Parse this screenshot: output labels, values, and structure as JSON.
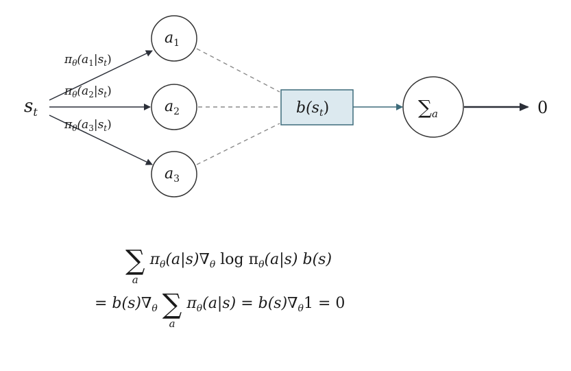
{
  "nodes": {
    "state": {
      "symbol": "s",
      "sub": "t"
    },
    "actions": [
      {
        "symbol": "a",
        "sub": "1"
      },
      {
        "symbol": "a",
        "sub": "2"
      },
      {
        "symbol": "a",
        "sub": "3"
      }
    ],
    "baseline": {
      "text": "b(s",
      "sub": "t",
      "close": ")"
    },
    "sum": {
      "symbol": "∑",
      "sub": "a"
    },
    "output": "0"
  },
  "edge_labels": [
    {
      "pi": "π",
      "theta": "θ",
      "body": "(a",
      "asub": "1",
      "mid": "|s",
      "ssub": "t",
      "close": ")"
    },
    {
      "pi": "π",
      "theta": "θ",
      "body": "(a",
      "asub": "2",
      "mid": "|s",
      "ssub": "t",
      "close": ")"
    },
    {
      "pi": "π",
      "theta": "θ",
      "body": "(a",
      "asub": "3",
      "mid": "|s",
      "ssub": "t",
      "close": ")"
    }
  ],
  "equation": {
    "line1": {
      "sum_sub": "a",
      "text": "π",
      "theta": "θ",
      "rest1": "(a|s)∇",
      "theta2": "θ",
      "log": " log π",
      "theta3": "θ",
      "rest2": "(a|s) b(s)"
    },
    "line2": {
      "prefix": "= b(s)∇",
      "theta": "θ",
      "sum_sub": "a",
      "pi": "π",
      "theta2": "θ",
      "mid": "(a|s) = b(s)∇",
      "theta3": "θ",
      "end": "1 = 0"
    }
  },
  "colors": {
    "baseline_fill": "#dce9ef",
    "baseline_stroke": "#3d6b7a",
    "edge": "#2b2f38",
    "dash": "#8a8a8a"
  }
}
